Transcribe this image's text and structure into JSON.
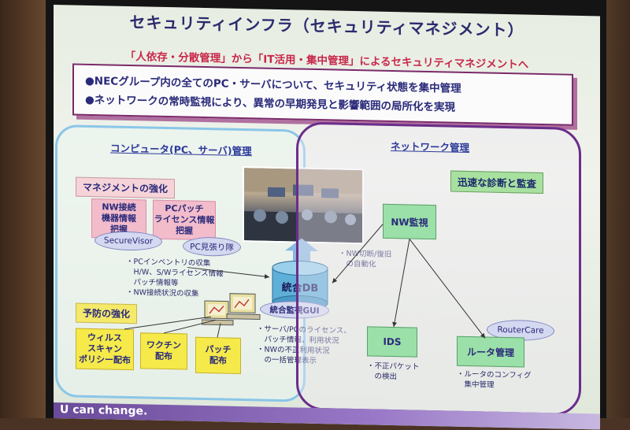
{
  "slide": {
    "title": "セキュリティインフラ（セキュリティマネジメント）",
    "subtitle": "「人依存・分散管理」から「IT活用・集中管理」によるセキュリティマネジメントへ",
    "bullets": [
      "●NECグループ内の全てのPC・サーバについて、セキュリティ状態を集中管理",
      "●ネットワークの常時監視により、異常の早期発見と影響範囲の局所化を実現"
    ],
    "footer": "U can change."
  },
  "left_panel": {
    "title": "コンピュータ(PC、サーバ)管理",
    "management_label": "マネジメントの強化",
    "nw_info": "NW接続\n機器情報\n把握",
    "pc_patch": "PCパッチ\nライセンス情報\n把握",
    "securevisor": "SecureVisor",
    "pc_mihariban": "PC見張り隊",
    "inventory_notes": "・PCインベントリの収集\n　H/W、S/Wライセンス情報\n　パッチ情報等\n・NW接続状況の収集",
    "prevention_label": "予防の強化",
    "virus": "ウィルス\nスキャン\nポリシー配布",
    "vaccine": "ワクチン\n配布",
    "patch": "パッチ\n配布"
  },
  "center": {
    "db_label": "統合DB",
    "gui_label": "統合監視GUI",
    "db_notes": "・サーバ/PCのライセンス、\n　パッチ情報、利用状況\n・NWの不正利用状況\n　の一括管理表示",
    "nw_auto": "・NW切断/復旧\n　の自動化"
  },
  "right_panel": {
    "title": "ネットワーク管理",
    "diagnosis": "迅速な診断と監査",
    "nw_monitor": "NW監視",
    "ids": "IDS",
    "ids_note": "・不正パケット\n　の検出",
    "router": "ルータ管理",
    "routercare": "RouterCare",
    "router_note": "・ルータのコンフィグ\n　集中管理"
  }
}
